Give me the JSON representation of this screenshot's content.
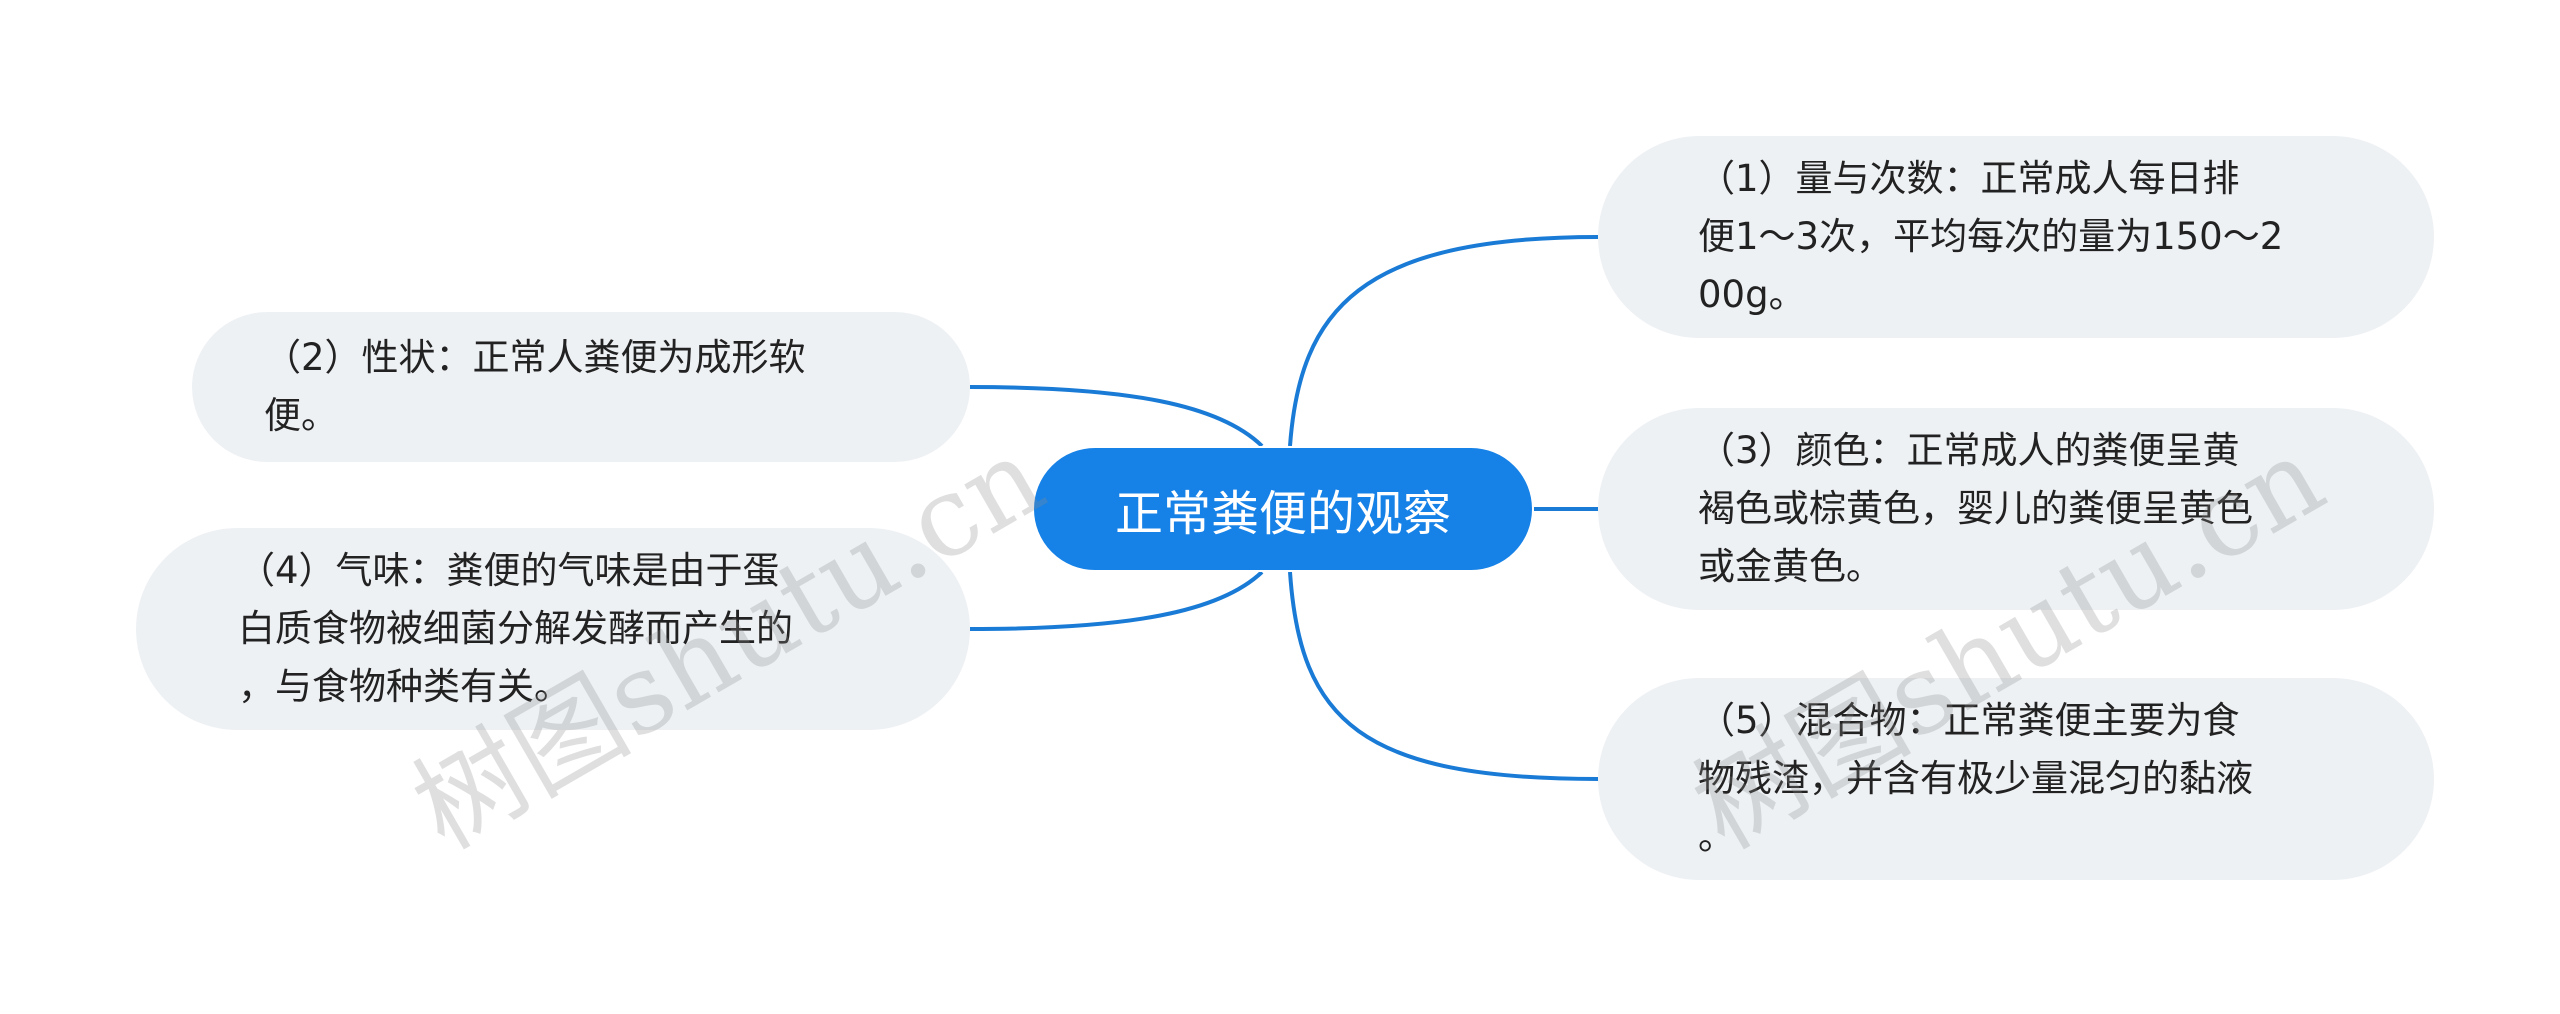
{
  "mindmap": {
    "root": {
      "label": "正常粪便的观察"
    },
    "topics": {
      "t1": {
        "text": "（1）量与次数：正常成人每日排\n便1～3次，平均每次的量为150～2\n00g。"
      },
      "t2": {
        "text": "（2）性状：正常人粪便为成形软\n便。"
      },
      "t3": {
        "text": "（3）颜色：正常成人的粪便呈黄\n褐色或棕黄色，婴儿的粪便呈黄色\n或金黄色。"
      },
      "t4": {
        "text": "（4）气味：粪便的气味是由于蛋\n白质食物被细菌分解发酵而产生的\n，与食物种类有关。"
      },
      "t5": {
        "text": "（5）混合物：正常粪便主要为食\n物残渣，并含有极少量混匀的黏液\n。"
      }
    }
  },
  "watermark": {
    "text": "树图shutu.cn"
  },
  "colors": {
    "root_bg": "#1681e6",
    "connector": "#1a7bd6",
    "node_bg": "#eef1f4",
    "node_text": "#222222"
  }
}
